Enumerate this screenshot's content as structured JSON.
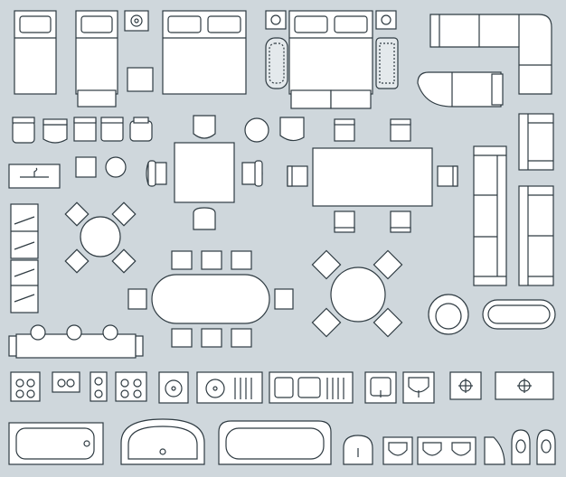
{
  "title": "",
  "palette": {
    "background": "#cfd7dc",
    "fill": "#ffffff",
    "stroke": "#2f3b42"
  },
  "groups": [
    {
      "name": "beds",
      "count": 4,
      "icons": [
        "single-bed-icon",
        "single-bed-icon",
        "double-bed-icon",
        "double-bed-icon"
      ]
    },
    {
      "name": "nightstands",
      "count": 2,
      "icons": [
        "nightstand-icon"
      ]
    },
    {
      "name": "sofas",
      "count": 4,
      "icons": [
        "corner-sofa-icon",
        "curved-sofa-icon",
        "three-seat-sofa-icon",
        "loveseat-icon"
      ]
    },
    {
      "name": "chairs",
      "count": 14,
      "icons": [
        "chair-icon",
        "armchair-icon",
        "stool-icon"
      ]
    },
    {
      "name": "tables",
      "count": 5,
      "icons": [
        "square-table-icon",
        "rectangular-table-icon",
        "round-table-icon",
        "oval-table-icon",
        "bench-table-icon"
      ]
    },
    {
      "name": "wardrobes",
      "count": 2,
      "icons": [
        "wardrobe-icon"
      ]
    },
    {
      "name": "kitchen",
      "count": 6,
      "icons": [
        "stove-icon",
        "sink-icon",
        "double-sink-icon"
      ]
    },
    {
      "name": "bathroom",
      "count": 9,
      "icons": [
        "bathtub-icon",
        "washbasin-icon",
        "toilet-icon",
        "corner-sink-icon"
      ]
    }
  ]
}
